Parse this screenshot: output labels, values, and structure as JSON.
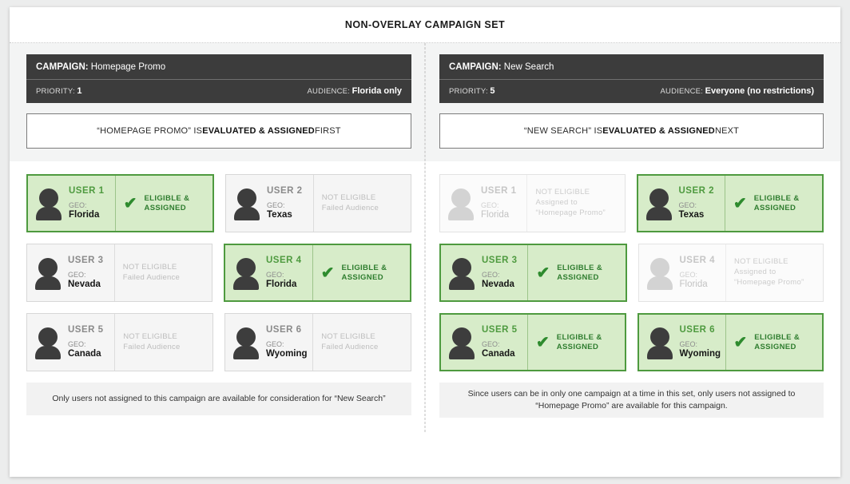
{
  "title": "NON-OVERLAY CAMPAIGN SET",
  "labels": {
    "campaign_key": "CAMPAIGN:",
    "priority_key": "PRIORITY:",
    "audience_key": "AUDIENCE:",
    "geo_key": "GEO:",
    "check_icon": "check-icon",
    "eligible_line1": "ELIGIBLE &",
    "eligible_line2": "ASSIGNED",
    "not_eligible": "NOT ELIGIBLE",
    "failed_audience": "Failed Audience",
    "assigned_to": "Assigned to",
    "assigned_to_campaign": "“Homepage Promo”"
  },
  "colors": {
    "green_accent": "#4e9a3f",
    "green_fill": "#d7ecc9",
    "header_dark": "#3c3c3c",
    "muted_gray": "#bdbdbd",
    "panel_gray": "#f3f4f4"
  },
  "left": {
    "campaign_name": "Homepage Promo",
    "priority": "1",
    "audience": "Florida only",
    "eval_pre": "“HOMEPAGE PROMO” IS ",
    "eval_bold": "EVALUATED & ASSIGNED",
    "eval_post": " FIRST",
    "note": "Only users not assigned to this campaign are available for consideration for “New Search”",
    "users": [
      {
        "name": "USER 1",
        "geo": "Florida",
        "state": "eligible",
        "status_line1": "ELIGIBLE &",
        "status_line2": "ASSIGNED"
      },
      {
        "name": "USER 2",
        "geo": "Texas",
        "state": "not-eligible",
        "status_line1": "NOT ELIGIBLE",
        "status_line2": "Failed Audience"
      },
      {
        "name": "USER 3",
        "geo": "Nevada",
        "state": "not-eligible",
        "status_line1": "NOT ELIGIBLE",
        "status_line2": "Failed Audience"
      },
      {
        "name": "USER 4",
        "geo": "Florida",
        "state": "eligible",
        "status_line1": "ELIGIBLE &",
        "status_line2": "ASSIGNED"
      },
      {
        "name": "USER 5",
        "geo": "Canada",
        "state": "not-eligible",
        "status_line1": "NOT ELIGIBLE",
        "status_line2": "Failed Audience"
      },
      {
        "name": "USER 6",
        "geo": "Wyoming",
        "state": "not-eligible",
        "status_line1": "NOT ELIGIBLE",
        "status_line2": "Failed Audience"
      }
    ]
  },
  "right": {
    "campaign_name": "New Search",
    "priority": "5",
    "audience": "Everyone (no restrictions)",
    "eval_pre": "“NEW SEARCH” IS ",
    "eval_bold": "EVALUATED & ASSIGNED",
    "eval_post": " NEXT",
    "note": "Since users can be in only one campaign at a time in this set, only users not assigned to “Homepage Promo” are available for this campaign.",
    "users": [
      {
        "name": "USER 1",
        "geo": "Florida",
        "state": "faded",
        "status_line1": "NOT ELIGIBLE",
        "status_line2": "Assigned to",
        "status_line3": "“Homepage Promo”"
      },
      {
        "name": "USER 2",
        "geo": "Texas",
        "state": "eligible",
        "status_line1": "ELIGIBLE &",
        "status_line2": "ASSIGNED"
      },
      {
        "name": "USER 3",
        "geo": "Nevada",
        "state": "eligible",
        "status_line1": "ELIGIBLE &",
        "status_line2": "ASSIGNED"
      },
      {
        "name": "USER 4",
        "geo": "Florida",
        "state": "faded",
        "status_line1": "NOT ELIGIBLE",
        "status_line2": "Assigned to",
        "status_line3": "“Homepage Promo”"
      },
      {
        "name": "USER 5",
        "geo": "Canada",
        "state": "eligible",
        "status_line1": "ELIGIBLE &",
        "status_line2": "ASSIGNED"
      },
      {
        "name": "USER 6",
        "geo": "Wyoming",
        "state": "eligible",
        "status_line1": "ELIGIBLE &",
        "status_line2": "ASSIGNED"
      }
    ]
  }
}
